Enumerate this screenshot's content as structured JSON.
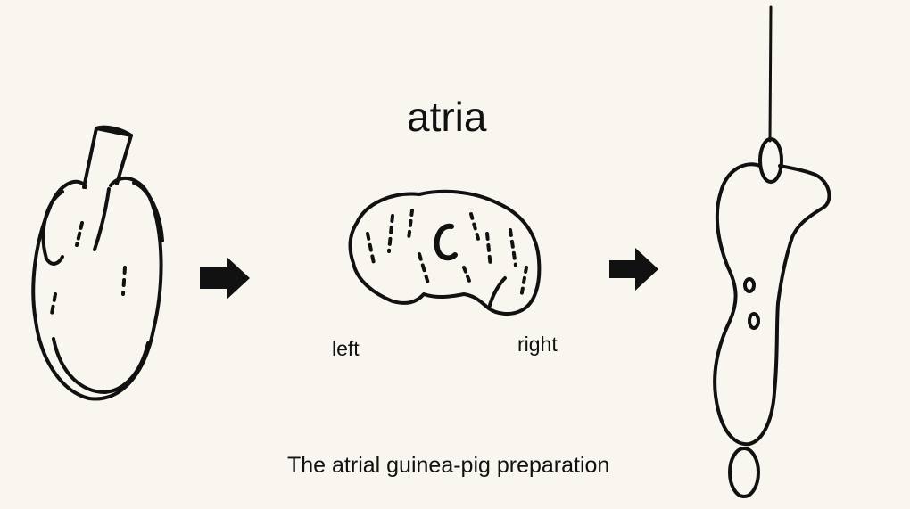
{
  "diagram": {
    "title": "atria",
    "label_left": "left",
    "label_right": "right",
    "caption": "The atrial guinea-pig preparation",
    "steps": [
      "whole heart",
      "isolated atria",
      "suspended atria"
    ],
    "icons": [
      "heart-icon",
      "arrow-right-icon",
      "atria-tissue-icon",
      "arrow-right-icon",
      "suspended-atria-icon"
    ],
    "colors": {
      "background": "#f8f6ee",
      "ink": "#111111"
    }
  }
}
